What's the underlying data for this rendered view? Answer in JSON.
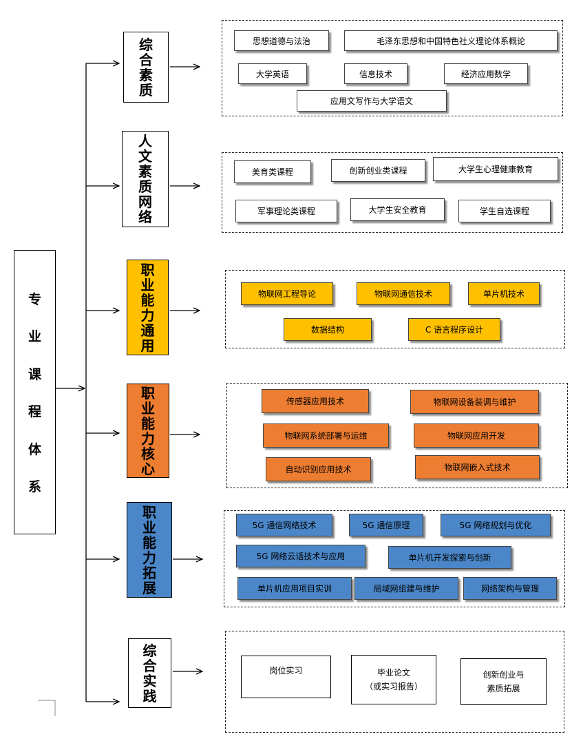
{
  "root": {
    "label": [
      "专",
      "业",
      "课",
      "程",
      "体",
      "系"
    ]
  },
  "colors": {
    "general": "#ffffff",
    "yellow": "#ffc000",
    "orange": "#ed7d31",
    "blue": "#4a86c8",
    "line": "#000000"
  },
  "categories": [
    {
      "label": [
        "综",
        "合",
        "素",
        "质"
      ],
      "courses": [
        [
          "思想道德与法治",
          "毛泽东思想和中国特色社义理论体系概论"
        ],
        [
          "大学英语",
          "信息技术",
          "经济应用数学"
        ],
        [
          "应用文写作与大学语文"
        ]
      ]
    },
    {
      "label": [
        "人",
        "文",
        "素",
        "质",
        "网",
        "络"
      ],
      "courses": [
        [
          "美育类课程",
          "创新创业类课程",
          "大学生心理健康教育"
        ],
        [
          "军事理论类课程",
          "大学生安全教育",
          "学生自选课程"
        ]
      ]
    },
    {
      "label": [
        "职",
        "业",
        "能",
        "力",
        "通",
        "用"
      ],
      "courses": [
        [
          "物联网工程导论",
          "物联网通信技术",
          "单片机技术"
        ],
        [
          "数据结构",
          "C 语言程序设计"
        ]
      ]
    },
    {
      "label": [
        "职",
        "业",
        "能",
        "力",
        "核",
        "心"
      ],
      "courses": [
        [
          "传感器应用技术",
          "物联网设备装调与维护"
        ],
        [
          "物联网系统部署与运维",
          "物联网应用开发"
        ],
        [
          "自动识别应用技术",
          "物联网嵌入式技术"
        ]
      ]
    },
    {
      "label": [
        "职",
        "业",
        "能",
        "力",
        "拓",
        "展"
      ],
      "courses": [
        [
          "5G 通信网络技术",
          "5G 通信原理",
          "5G 网络规划与优化"
        ],
        [
          "5G 网络云话技术与应用",
          "单片机开发探索与创新"
        ],
        [
          "单片机应用项目实训",
          "局域网组建与维护",
          "网络架构与管理"
        ]
      ]
    },
    {
      "label": [
        "综",
        "合",
        "实",
        "践"
      ],
      "courses": [
        [
          "岗位实习"
        ],
        [
          [
            "毕业论文",
            "（或实习报告）"
          ],
          [
            "创新创业与",
            "素质拓展"
          ]
        ]
      ]
    }
  ]
}
